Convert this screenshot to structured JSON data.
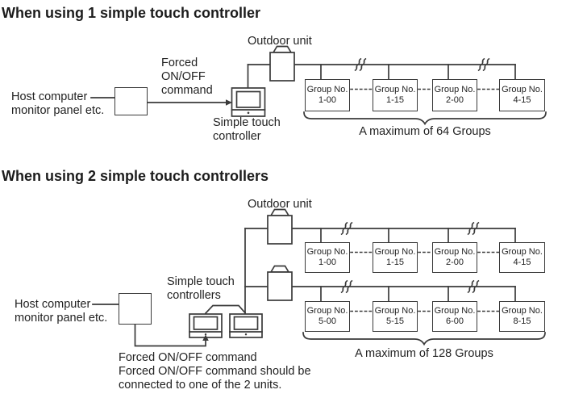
{
  "colors": {
    "background": "#ffffff",
    "ink": "#222222",
    "line": "#3a3a3a"
  },
  "section1": {
    "title": "When using 1 simple touch controller",
    "outdoor_unit_label": "Outdoor unit",
    "host_label": [
      "Host computer",
      "monitor panel etc."
    ],
    "command_label": [
      "Forced",
      "ON/OFF",
      "command"
    ],
    "controller_label": [
      "Simple touch",
      "controller"
    ],
    "groups": [
      {
        "name": "Group No.",
        "number": "1-00"
      },
      {
        "name": "Group No.",
        "number": "1-15"
      },
      {
        "name": "Group No.",
        "number": "2-00"
      },
      {
        "name": "Group No.",
        "number": "4-15"
      }
    ],
    "max_label": "A maximum of 64 Groups"
  },
  "section2": {
    "title": "When using 2 simple touch controllers",
    "outdoor_unit_label": "Outdoor unit",
    "host_label": [
      "Host computer",
      "monitor panel etc."
    ],
    "controller_label": [
      "Simple touch",
      "controllers"
    ],
    "groups_row1": [
      {
        "name": "Group No.",
        "number": "1-00"
      },
      {
        "name": "Group No.",
        "number": "1-15"
      },
      {
        "name": "Group No.",
        "number": "2-00"
      },
      {
        "name": "Group No.",
        "number": "4-15"
      }
    ],
    "groups_row2": [
      {
        "name": "Group No.",
        "number": "5-00"
      },
      {
        "name": "Group No.",
        "number": "5-15"
      },
      {
        "name": "Group No.",
        "number": "6-00"
      },
      {
        "name": "Group No.",
        "number": "8-15"
      }
    ],
    "max_label": "A maximum of 128 Groups",
    "note_lines": [
      "Forced ON/OFF command",
      "Forced ON/OFF command should be",
      "connected to one of the 2 units."
    ]
  }
}
